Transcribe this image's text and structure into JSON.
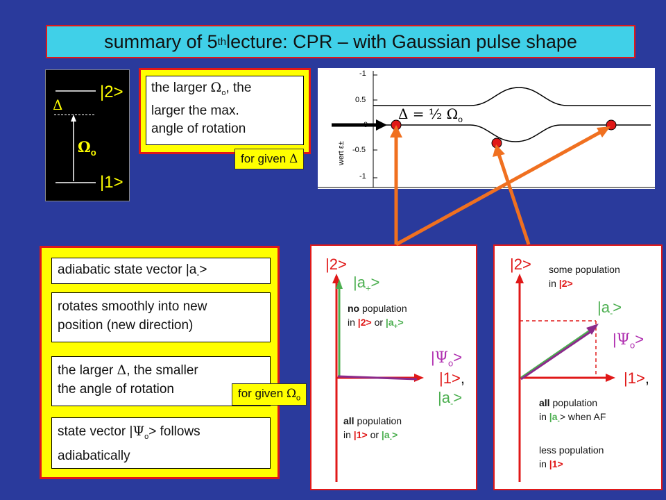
{
  "title": {
    "main": "summary of 5",
    "sup": "th",
    "rest": " lecture: CPR – with Gaussian pulse shape"
  },
  "levels": {
    "upper": "|2>",
    "lower": "|1>",
    "detuning": "Δ",
    "rabi": "Ω",
    "rabi_sub": "o"
  },
  "note_top": {
    "line1_pre": "the larger ",
    "line1_sym": "Ω",
    "line1_sub": "o",
    "line1_post": ", the",
    "line2": "larger the max.",
    "line3": "angle of rotation"
  },
  "label_for_delta": {
    "text": "for given ",
    "sym": "Δ"
  },
  "plot": {
    "y_ticks": [
      "-1",
      "0.5",
      "0",
      "-0.5",
      "-1"
    ],
    "ylabel": "wert ε±",
    "equation": {
      "pre": "Δ = ½ ",
      "sym": "Ω",
      "sub": "o"
    }
  },
  "left_panel": {
    "box1": {
      "pre": "adiabatic state vector |a",
      "sub": "-",
      "post": ">"
    },
    "box2": {
      "line1": "rotates smoothly into new",
      "line2": "position (new direction)"
    },
    "box3": {
      "line1_pre": "the larger ",
      "line1_sym": "Δ",
      "line1_post": ", the smaller",
      "line2": "the angle of rotation"
    },
    "box4": {
      "line1_pre": "state vector |",
      "line1_sym": "Ψ",
      "line1_sub": "o",
      "line1_post": "> follows",
      "line2": "adiabatically"
    },
    "label_for_omega": {
      "text": "for given ",
      "sym": "Ω",
      "sub": "o"
    }
  },
  "mid_panel": {
    "axis_up": "|2>",
    "a_plus": {
      "pre": "|a",
      "sub": "+",
      "post": ">"
    },
    "no_pop": {
      "bold": "no",
      "rest": " population",
      "line2_pre": "in ",
      "line2_red": "|2>",
      "line2_mid": "  or ",
      "line2_a": "|a",
      "line2_sub": "+",
      "line2_post": ">"
    },
    "psi": {
      "pre": "|",
      "sym": "Ψ",
      "sub": "o",
      "post": ">"
    },
    "axis_right": "|1>",
    "comma": ",",
    "a_minus": {
      "pre": "|a",
      "sub": "-",
      "post": ">"
    },
    "all_pop": {
      "bold": "all",
      "rest": " population",
      "line2_pre": "in ",
      "line2_red": "|1>",
      "line2_mid": "  or ",
      "line2_a": "|a",
      "line2_sub": "-",
      "line2_post": ">"
    }
  },
  "right_panel": {
    "axis_up": "|2>",
    "some_pop": {
      "line1": "some population",
      "line2_pre": "in ",
      "line2_red": "|2>"
    },
    "a_minus": {
      "pre": "|a",
      "sub": "-",
      "post": ">"
    },
    "psi": {
      "pre": "|",
      "sym": "Ψ",
      "sub": "o",
      "post": ">"
    },
    "axis_right": "|1>",
    "comma": ",",
    "all_pop": {
      "bold": "all",
      "rest": " population",
      "line2_pre": "in ",
      "line2_a": "|a",
      "line2_sub": "-",
      "line2_post": "> when AF"
    },
    "less_pop": {
      "line1": "less population",
      "line2_pre": "in ",
      "line2_red": "|1>"
    }
  },
  "colors": {
    "background": "#2a3a9c",
    "title_bg": "#40d0e8",
    "red": "#e01818",
    "yellow": "#ffff00",
    "green": "#4caf50",
    "purple": "#8b2a8b",
    "magenta": "#b030b0",
    "orange": "#f07020"
  }
}
